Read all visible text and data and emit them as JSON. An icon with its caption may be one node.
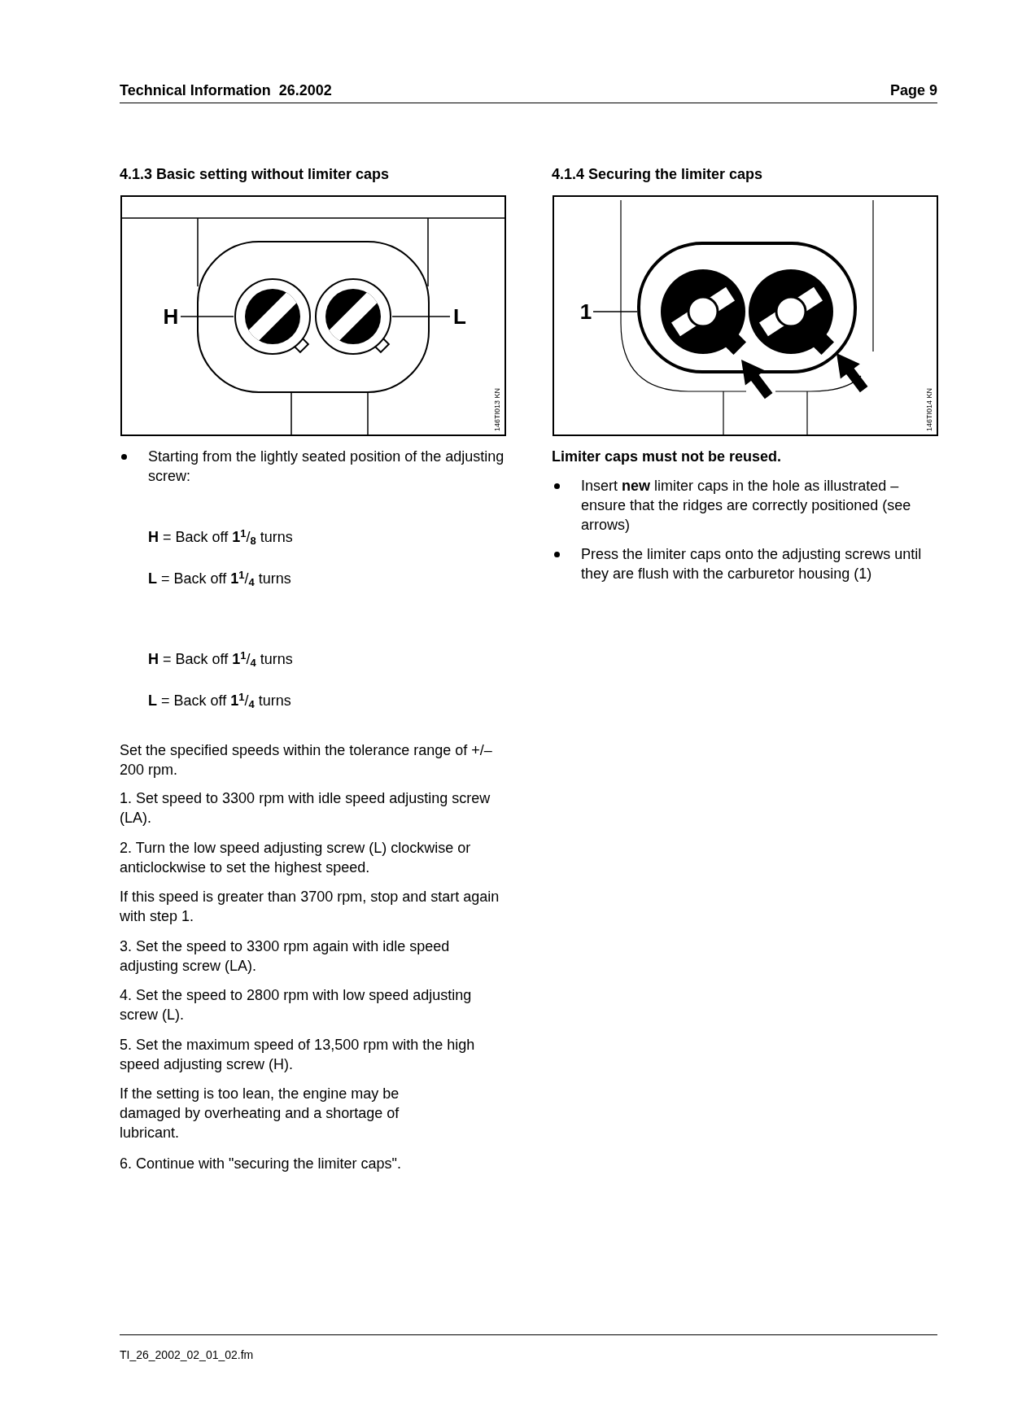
{
  "diagram": {
    "title": "Technical Information  26.2002",
    "nodes": [
      {
        "text": [
          "H"
        ]
      },
      {
        "text": [],
        "shape": "circle"
      },
      {
        "text": [],
        "shape": "circle"
      },
      {
        "text": [
          "L"
        ]
      },
      {
        "text": [
          "1"
        ]
      },
      {
        "text": [],
        "shape": "box"
      }
    ],
    "edges": [
      {
        "from": 0,
        "to": 1,
        "arrow": "none"
      },
      {
        "from": 3,
        "to": 2,
        "arrow": "none"
      },
      {
        "from": 4,
        "to": 5,
        "arrow": "none"
      }
    ],
    "labels": [
      "Page 9",
      "4.1.3 Basic setting without limiter caps",
      "4.1.4 Securing the limiter caps",
      "146TI013 KN",
      "146TI014 KN",
      "Starting from the lightly seated position of the adjusting screw:",
      "**H** = Back off **1**$^{1}$/$_{8}$ turns",
      "**L** = Back off **1**$^{1}$/$_{4}$ turns",
      "**H** = Back off **1**$^{1}$/$_{4}$ turns",
      "**L** = Back off **1**$^{1}$/$_{4}$ turns",
      "Set the specified speeds within the tolerance range of +/– 200 rpm.",
      "1. Set speed to 3300 rpm with idle speed adjusting screw (LA).",
      "2. Turn the low speed adjusting screw (L) clockwise or anticlockwise to set the highest speed.",
      "If this speed is greater than 3700 rpm, stop and start again with step 1.",
      "3. Set the speed to 3300 rpm again with idle speed adjusting screw (LA).",
      "4. Set the speed to 2800 rpm with low speed adjusting screw (L).",
      "5. Set the maximum speed of 13,500 rpm with the high speed adjusting screw (H).",
      "If the setting is too lean, the engine may be damaged by overheating and a shortage of lubricant.",
      "6. Continue with \"securing the limiter caps\".",
      "Limiter caps must not be reused.",
      "Insert **new** limiter caps in the hole as illustrated – ensure that the ridges are correctly positioned (see arrows)",
      "Press the limiter caps onto the adjusting screws until they are flush with the carburetor housing (1)",
      "TI_26_2002_02_01_02.fm"
    ]
  }
}
